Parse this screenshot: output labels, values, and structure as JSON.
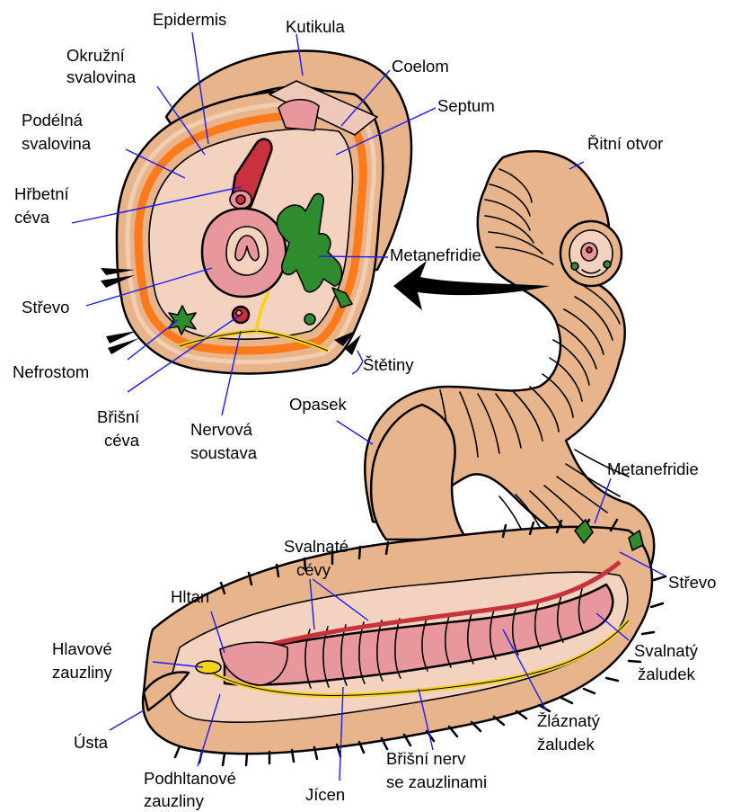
{
  "labels": {
    "epidermis": "Epidermis",
    "kutikula": "Kutikula",
    "okruzni_1": "Okružní",
    "okruzni_2": "svalovina",
    "coelom": "Coelom",
    "septum": "Septum",
    "podelna_1": "Podélná",
    "podelna_2": "svalovina",
    "ritni_otvor": "Řitní otvor",
    "hrbetni_1": "Hřbetní",
    "hrbetni_2": "céva",
    "metanefridie_top": "Metanefridie",
    "strevo_left": "Střevo",
    "nefrostom": "Nefrostom",
    "stetiny": "Štětiny",
    "bris_ceva_1": "Břišní",
    "bris_ceva_2": "céva",
    "nervova_1": "Nervová",
    "nervova_2": "soustava",
    "opasek": "Opasek",
    "metanefridie_right": "Metanefridie",
    "svalnate_cevy_1": "Svalnaté",
    "svalnate_cevy_2": "cévy",
    "strevo_right": "Střevo",
    "hltan": "Hltan",
    "hlavove_1": "Hlavové",
    "hlavove_2": "zauzliny",
    "svalnaty_1": "Svalnatý",
    "svalnaty_2": "žaludek",
    "zlaznaty_1": "Žláznatý",
    "zlaznaty_2": "žaludek",
    "usta": "Ústa",
    "brisni_nerv_1": "Břišní nerv",
    "brisni_nerv_2": "se zauzlinami",
    "podhltanove_1": "Podhltanové",
    "podhltanove_2": "zauzliny",
    "jicen": "Jícen"
  },
  "colors": {
    "skin": "#e8b48c",
    "skin_light": "#f2cdb0",
    "muscle_orange": "#ff7a1a",
    "coelom_fill": "#f4d2c0",
    "gut_pink": "#e8989c",
    "vessel_red": "#c8323c",
    "nephridia_green": "#2e8b2e",
    "nerve_yellow": "#f5d21e",
    "leader_blue": "#1a1aff"
  }
}
